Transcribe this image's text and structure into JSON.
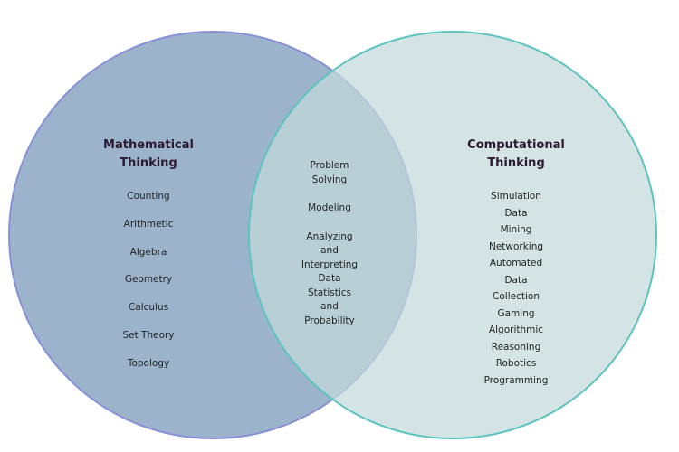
{
  "colors": {
    "left_fill": "#9cb4cb",
    "left_stroke": "#8a90d8",
    "right_fill": "#c3d9da",
    "right_stroke": "#5cc3bf"
  },
  "left": {
    "title": [
      "Mathematical",
      "Thinking"
    ],
    "items": [
      "Counting",
      "Arithmetic",
      "Algebra",
      "Geometry",
      "Calculus",
      "Set Theory",
      "Topology"
    ]
  },
  "overlap": {
    "groups": [
      [
        "Problem",
        "Solving"
      ],
      [
        "Modeling"
      ],
      [
        "Analyzing",
        "and",
        "Interpreting",
        "Data",
        "Statistics",
        "and",
        "Probability"
      ]
    ]
  },
  "right": {
    "title": [
      "Computational",
      "Thinking"
    ],
    "items": [
      "Simulation",
      "Data",
      "Mining",
      "Networking",
      "Automated",
      "Data",
      "Collection",
      "Gaming",
      "Algorithmic",
      "Reasoning",
      "Robotics",
      "Programming"
    ]
  }
}
